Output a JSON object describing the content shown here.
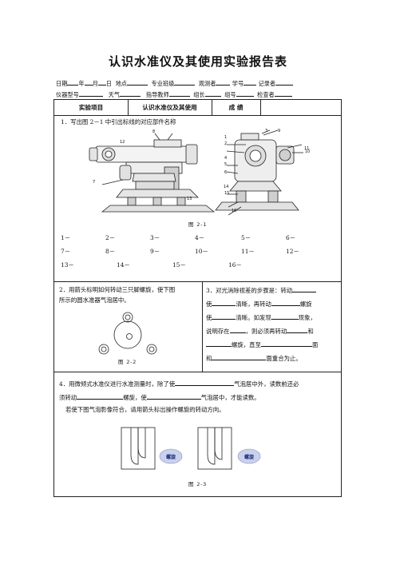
{
  "title": "认识水准仪及其使用实验报告表",
  "info_row1": {
    "date": "日期",
    "year": "年",
    "month": "月",
    "day": "日",
    "location": "地点",
    "major": "专业班级",
    "observer": "观测者",
    "student_id": "学号",
    "recorder": "记录者"
  },
  "info_row2": {
    "model": "仪器型号",
    "weather": "天气",
    "instructor": "指导教师",
    "leader": "组长",
    "group_no": "组号",
    "checker": "检查者"
  },
  "header": {
    "item": "实验项目",
    "name": "认识水准仪及其使用",
    "score": "成 绩"
  },
  "q1": {
    "text": "1．写出图 2－1 中引出标线的对应部件名称",
    "figure_caption": "图 2-1",
    "row1": [
      "1－",
      "2－",
      "3－",
      "4－",
      "5－",
      "6－"
    ],
    "row2": [
      "7－",
      "8－",
      "9－",
      "10－",
      "11－",
      "12－"
    ],
    "row3": [
      "13－",
      "14－",
      "15－",
      "16－"
    ],
    "callouts": [
      "1",
      "2",
      "3",
      "4",
      "5",
      "6",
      "7",
      "8",
      "9",
      "10",
      "11",
      "12",
      "13",
      "14",
      "15",
      "16"
    ]
  },
  "q2": {
    "line1": "2．用箭头标明如何转动三只脚螺旋，使下图",
    "line2": "所示的圆水准器气泡居中。",
    "figure_caption": "图 2-2"
  },
  "q3": {
    "l1": "3．对光消除视差的步骤是：转动",
    "l2a": "使",
    "l2b": "清晰，再转动",
    "l2c": "螺旋",
    "l3a": "使",
    "l3b": "清晰。如发现",
    "l3c": "现象，",
    "l4a": "说明存在",
    "l4b": "，则必须再转动",
    "l4c": "和",
    "l5a": "螺旋，直至",
    "l5b": "面",
    "l6a": "和",
    "l6b": "面重合为止。"
  },
  "q4": {
    "l1a": "4．用微倾式水准仪进行水准测量时，除了使",
    "l1b": "气泡居中外，读数前还必",
    "l2a": "须转动",
    "l2b": "螺旋，使",
    "l2c": "气泡居中，才能读数。",
    "l3": "若使下图气泡影像符合，请用箭头标出操作螺旋的转动方向。",
    "knob_label_left": "螺旋",
    "knob_label_right": "螺旋",
    "figure_caption": "图 2-3"
  },
  "colors": {
    "knob": "#c9d1ec",
    "knob_text": "#1b2a7a",
    "line": "#222222"
  }
}
